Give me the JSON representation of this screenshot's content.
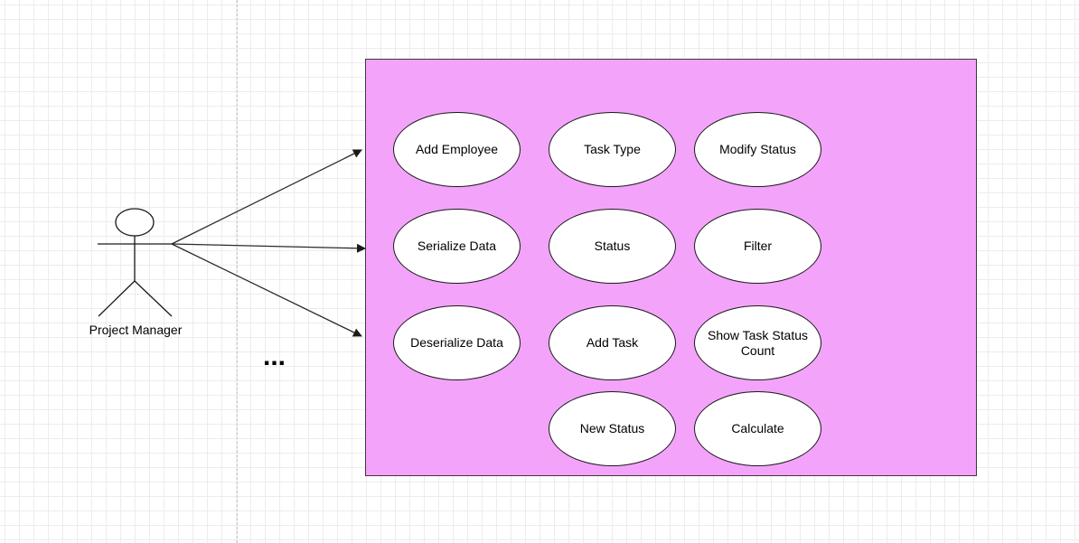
{
  "actor": {
    "label": "Project Manager"
  },
  "ellipsis": "...",
  "system": {
    "fill_color": "#f4a3fb",
    "border_color": "#3a3a3a"
  },
  "use_cases": [
    {
      "id": "add-employee",
      "label": "Add Employee"
    },
    {
      "id": "task-type",
      "label": "Task Type"
    },
    {
      "id": "modify-status",
      "label": "Modify Status"
    },
    {
      "id": "serialize-data",
      "label": "Serialize Data"
    },
    {
      "id": "status",
      "label": "Status"
    },
    {
      "id": "filter",
      "label": "Filter"
    },
    {
      "id": "deserialize-data",
      "label": "Deserialize Data"
    },
    {
      "id": "add-task",
      "label": "Add Task"
    },
    {
      "id": "show-task-status-count",
      "label": "Show Task Status Count"
    },
    {
      "id": "new-status",
      "label": "New Status"
    },
    {
      "id": "calculate",
      "label": "Calculate"
    }
  ]
}
